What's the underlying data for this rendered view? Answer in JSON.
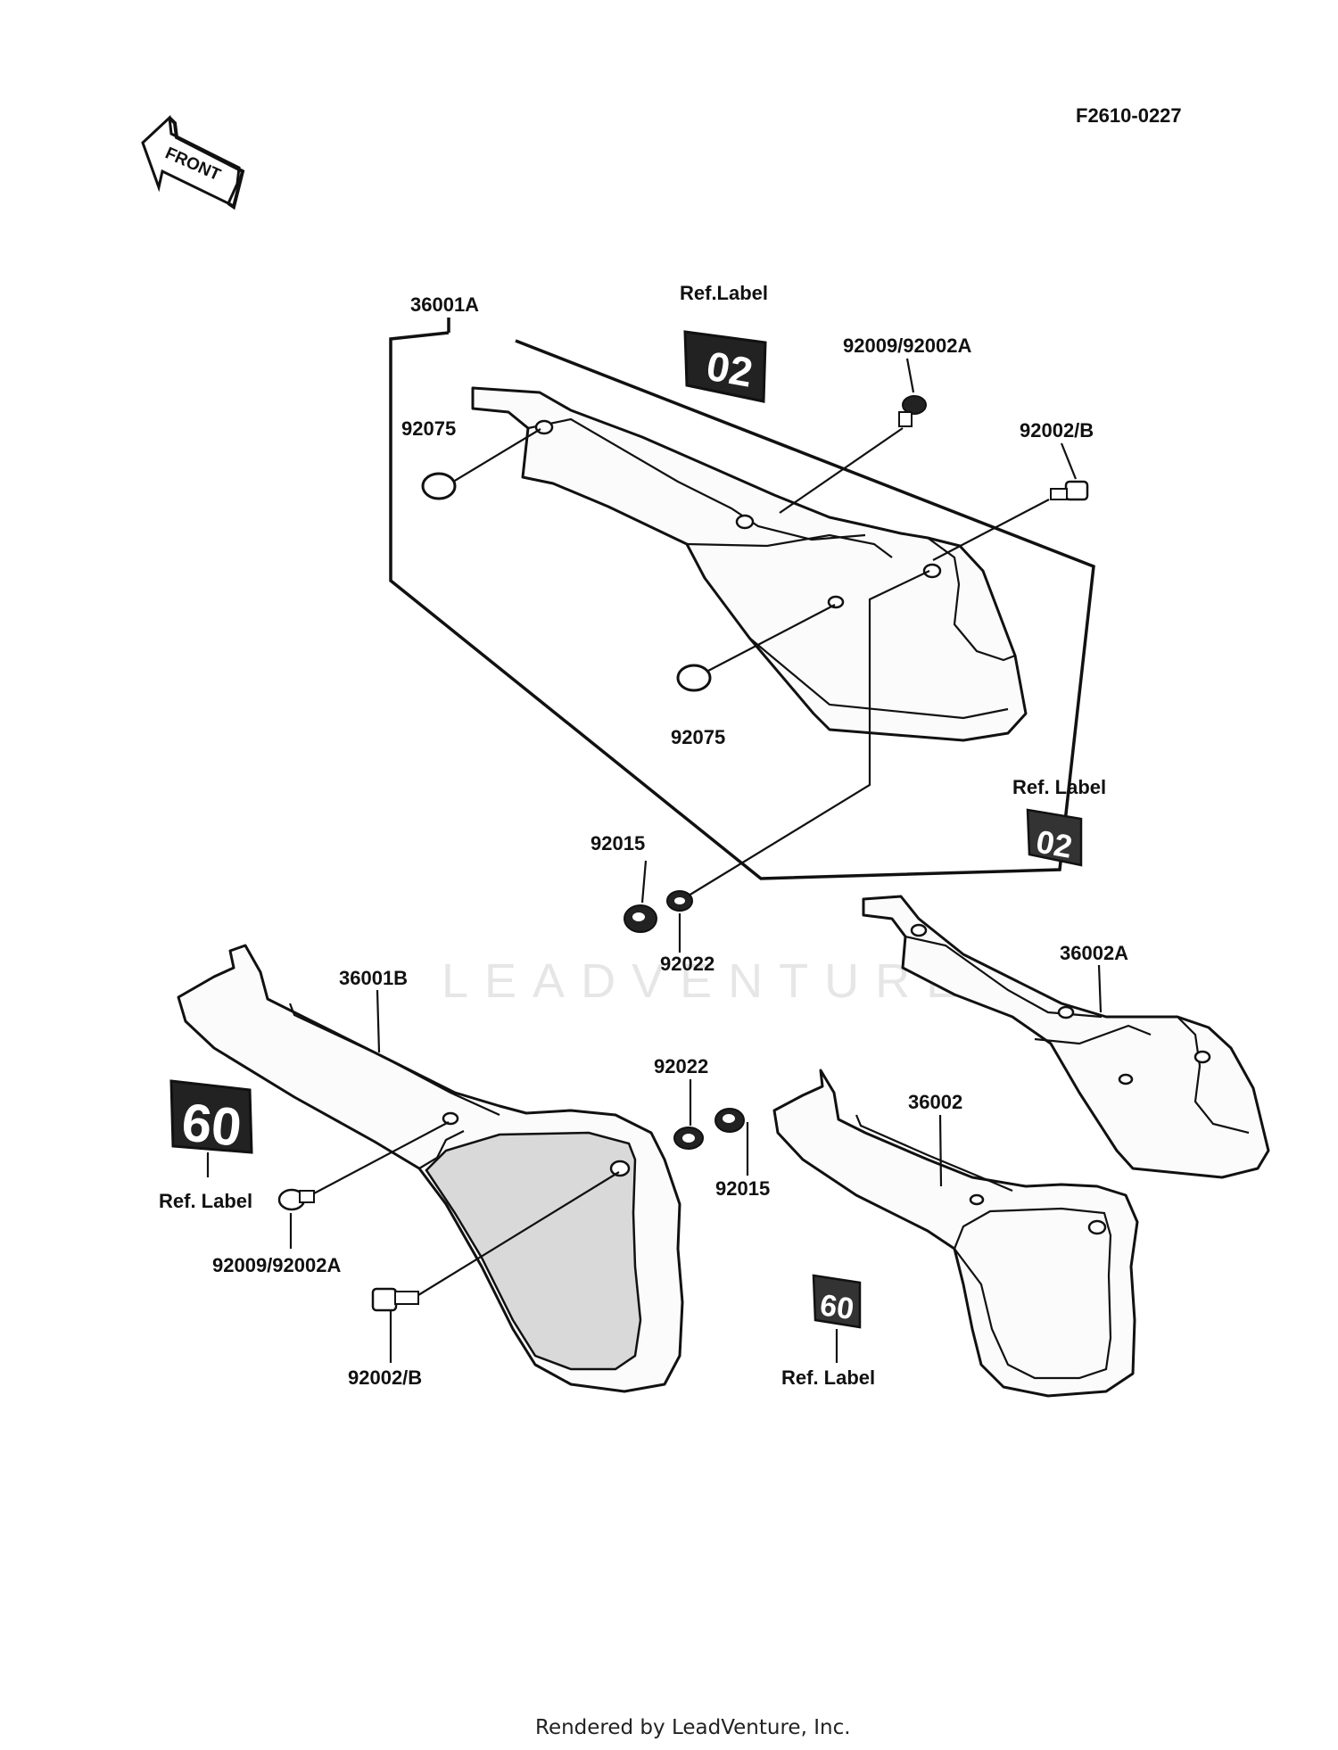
{
  "diagram": {
    "code": "F2610-0227",
    "front_arrow_text": "FRONT",
    "watermark": "LEADVENTURE",
    "footer": "Rendered by LeadVenture, Inc.",
    "labels": {
      "p36001A": "36001A",
      "ref_label_top": "Ref.Label",
      "ref_top_badge": "02",
      "p92009_92002A_top": "92009/92002A",
      "p92002B_top": "92002/B",
      "p92075_a": "92075",
      "p92075_b": "92075",
      "ref_label_right": "Ref. Label",
      "ref_right_badge": "02",
      "p92015_left": "92015",
      "p92022_left": "92022",
      "p36002A": "36002A",
      "p36001B": "36001B",
      "ref_label_left": "Ref. Label",
      "ref_left_badge": "60",
      "p92022_mid": "92022",
      "p92015_mid": "92015",
      "p36002": "36002",
      "p92009_92002A_bottom": "92009/92002A",
      "p92002B_bottom": "92002/B",
      "ref_label_bottom": "Ref. Label",
      "ref_bottom_badge": "60"
    }
  }
}
